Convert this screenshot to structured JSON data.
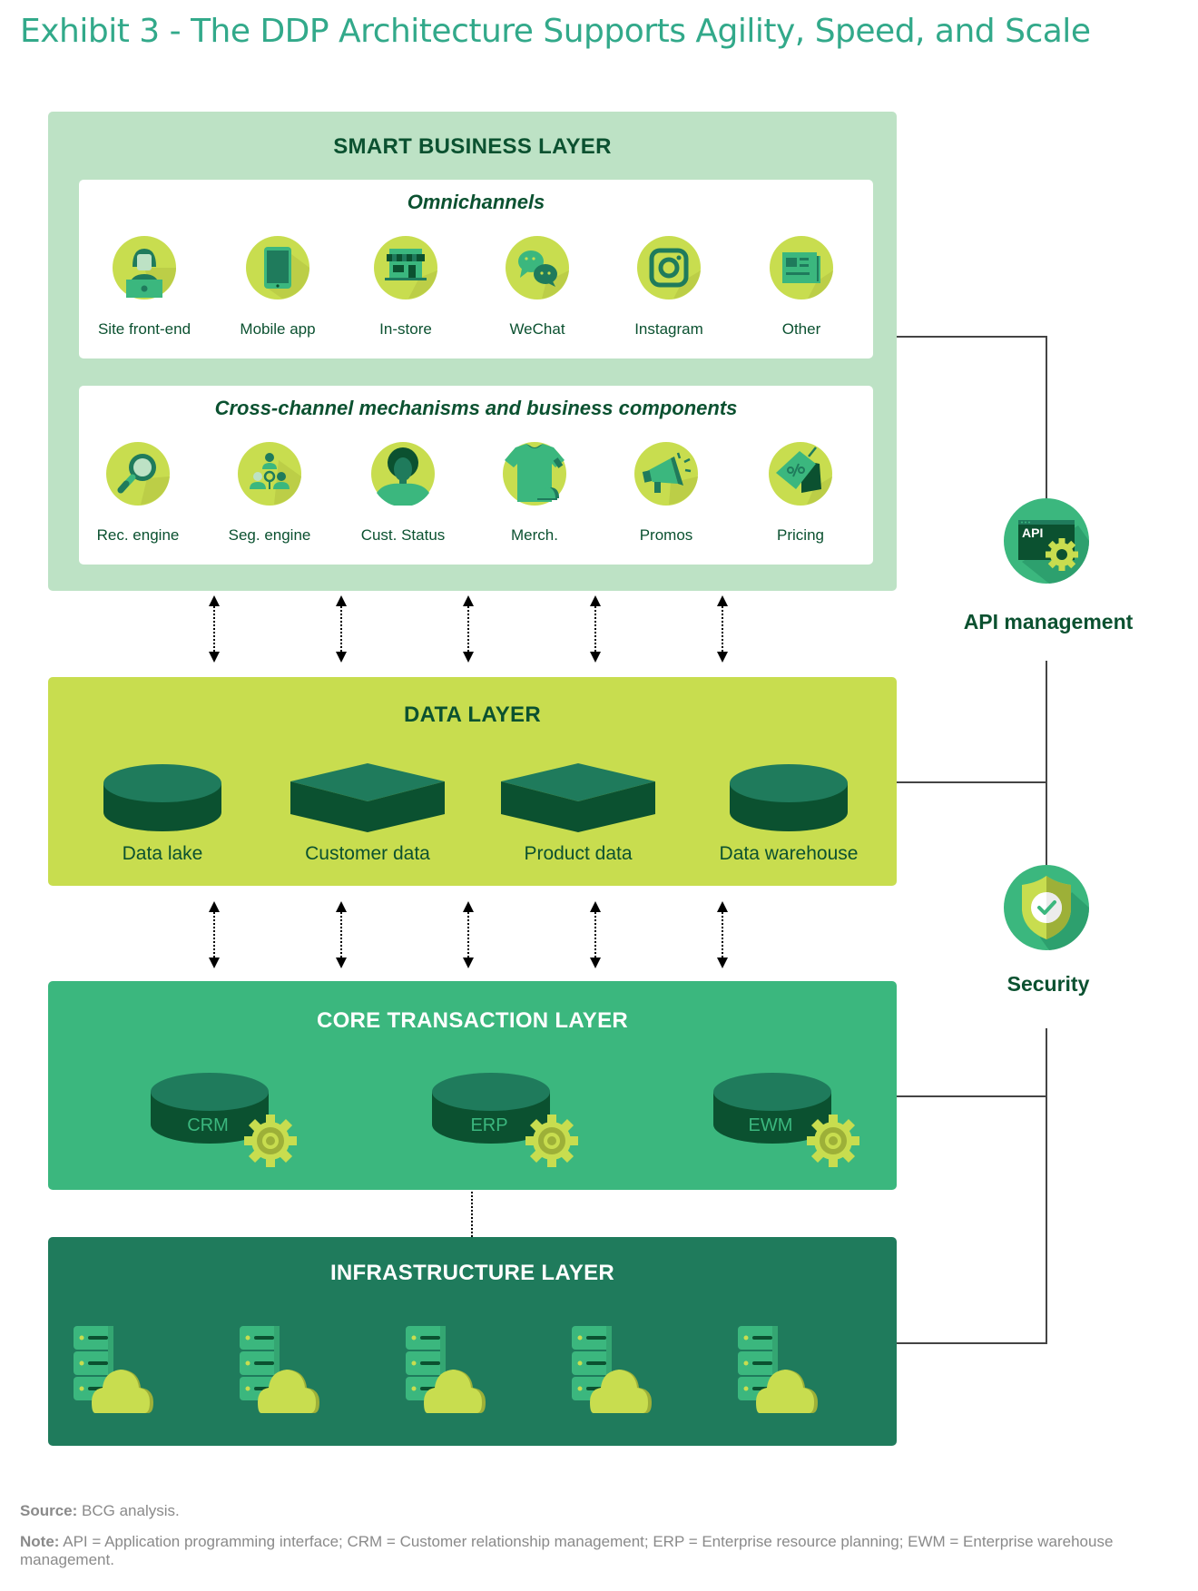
{
  "title": "Exhibit 3 - The DDP Architecture Supports Agility, Speed, and Scale",
  "smart_business_layer": {
    "title": "SMART BUSINESS LAYER",
    "omnichannels": {
      "title": "Omnichannels",
      "items": [
        {
          "label": "Site front-end",
          "icon": "person-laptop-icon"
        },
        {
          "label": "Mobile app",
          "icon": "tablet-icon"
        },
        {
          "label": "In-store",
          "icon": "storefront-icon"
        },
        {
          "label": "WeChat",
          "icon": "chat-bubbles-icon"
        },
        {
          "label": "Instagram",
          "icon": "instagram-icon"
        },
        {
          "label": "Other",
          "icon": "newspaper-icon"
        }
      ]
    },
    "cross_channel": {
      "title": "Cross-channel mechanisms and business components",
      "items": [
        {
          "label": "Rec. engine",
          "icon": "magnifier-icon"
        },
        {
          "label": "Seg. engine",
          "icon": "people-target-icon"
        },
        {
          "label": "Cust. Status",
          "icon": "customer-icon"
        },
        {
          "label": "Merch.",
          "icon": "tshirt-cap-icon"
        },
        {
          "label": "Promos",
          "icon": "megaphone-icon"
        },
        {
          "label": "Pricing",
          "icon": "price-tag-icon"
        }
      ]
    }
  },
  "data_layer": {
    "title": "DATA LAYER",
    "items": [
      {
        "label": "Data lake",
        "shape": "cylinder"
      },
      {
        "label": "Customer data",
        "shape": "box"
      },
      {
        "label": "Product data",
        "shape": "box"
      },
      {
        "label": "Data warehouse",
        "shape": "cylinder"
      }
    ]
  },
  "core_transaction_layer": {
    "title": "CORE TRANSACTION LAYER",
    "items": [
      {
        "label": "CRM"
      },
      {
        "label": "ERP"
      },
      {
        "label": "EWM"
      }
    ]
  },
  "infrastructure_layer": {
    "title": "INFRASTRUCTURE LAYER",
    "server_cloud_count": 5
  },
  "side": {
    "api": {
      "label": "API management",
      "icon_text": "API"
    },
    "security": {
      "label": "Security"
    }
  },
  "footer": {
    "source_label": "Source:",
    "source_text": " BCG analysis.",
    "note_label": "Note:",
    "note_text": " API = Application programming interface; CRM = Customer relationship management; ERP = Enterprise resource planning; EWM = Enterprise warehouse management."
  },
  "colors": {
    "title": "#32a98a",
    "smart_layer_bg": "#bde2c5",
    "data_layer_bg": "#c8dd4f",
    "core_layer_bg": "#3bb77e",
    "infra_layer_bg": "#1f7b5c",
    "dark_green": "#0b5130",
    "icon_lime": "#c8dd4f"
  }
}
